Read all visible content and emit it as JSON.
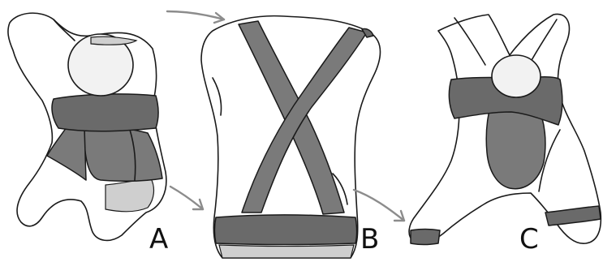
{
  "labels": {
    "a": "A",
    "b": "B",
    "c": "C"
  },
  "colors": {
    "outline": "#1a1a1a",
    "muscle_fill": "#7a7a7a",
    "arrow": "#8c8c8c"
  }
}
